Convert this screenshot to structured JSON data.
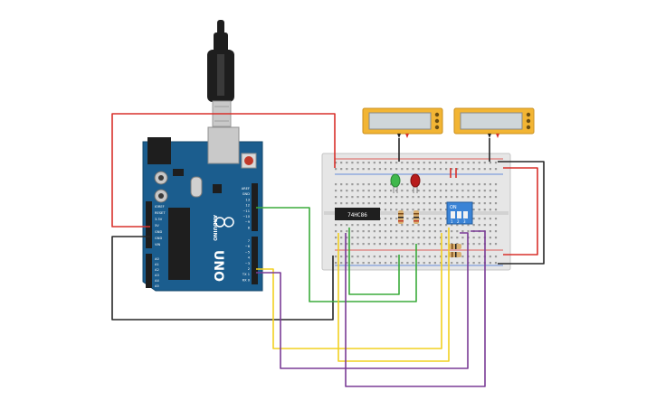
{
  "components": {
    "chip": {
      "label": "74HC86"
    },
    "dip_switch": {
      "label": "ON",
      "positions": [
        "1",
        "2",
        "3"
      ]
    },
    "arduino": {
      "brand": "ARDUINO",
      "model": "UNO",
      "power_pins": [
        "IOREF",
        "RESET",
        "3.3V",
        "5V",
        "GND",
        "GND",
        "VIN"
      ],
      "analog_pins": [
        "A0",
        "A1",
        "A2",
        "A3",
        "A4",
        "A5"
      ],
      "digital_top": [
        "AREF",
        "GND",
        "13",
        "12",
        "~11",
        "~10",
        "~9",
        "8"
      ],
      "digital_bottom": [
        "7",
        "~6",
        "~5",
        "4",
        "~3",
        "2",
        "TX 1",
        "RX 0"
      ]
    }
  },
  "colors": {
    "breadboard": "#e6e6e6",
    "arduino_board": "#1b5d8e",
    "wire_red": "#d8302b",
    "wire_black": "#262626",
    "wire_green": "#3bab3b",
    "wire_yellow": "#f2d021",
    "wire_purple": "#7a3b96",
    "multimeter": "#f2b534",
    "led_green": "#3fb84b",
    "led_red": "#b81c1c"
  }
}
